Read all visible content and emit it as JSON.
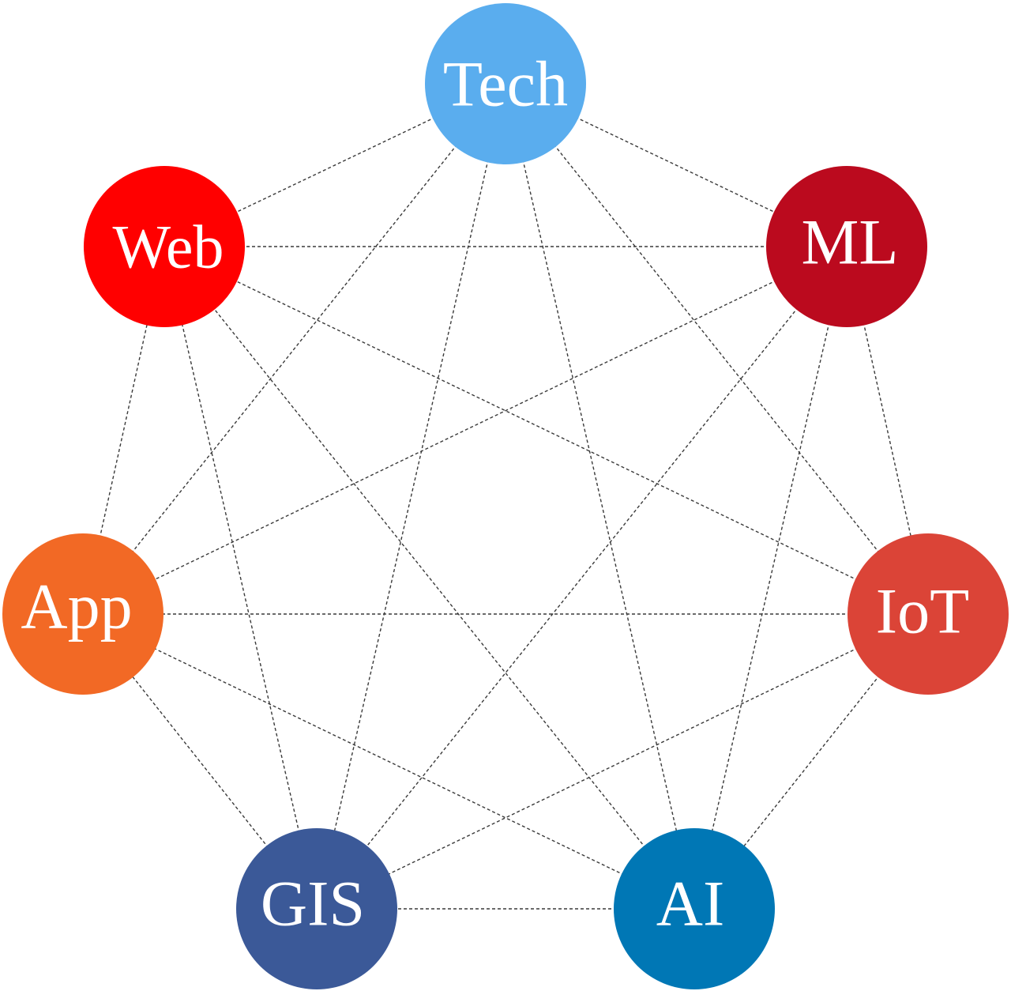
{
  "nodes": [
    {
      "id": "tech",
      "label": "Tech",
      "color": "#5aadee"
    },
    {
      "id": "ml",
      "label": "ML",
      "color": "#bb0a1e"
    },
    {
      "id": "iot",
      "label": "IoT",
      "color": "#db4437"
    },
    {
      "id": "ai",
      "label": "AI",
      "color": "#0077b5"
    },
    {
      "id": "gis",
      "label": "GIS",
      "color": "#3b5998"
    },
    {
      "id": "app",
      "label": "App",
      "color": "#f26925"
    },
    {
      "id": "web",
      "label": "Web",
      "color": "#ff0000"
    }
  ],
  "edges": [
    [
      "tech",
      "ml"
    ],
    [
      "tech",
      "iot"
    ],
    [
      "tech",
      "ai"
    ],
    [
      "tech",
      "gis"
    ],
    [
      "tech",
      "app"
    ],
    [
      "tech",
      "web"
    ],
    [
      "ml",
      "iot"
    ],
    [
      "ml",
      "ai"
    ],
    [
      "ml",
      "gis"
    ],
    [
      "ml",
      "app"
    ],
    [
      "ml",
      "web"
    ],
    [
      "iot",
      "ai"
    ],
    [
      "iot",
      "gis"
    ],
    [
      "iot",
      "app"
    ],
    [
      "iot",
      "web"
    ],
    [
      "ai",
      "gis"
    ],
    [
      "ai",
      "app"
    ],
    [
      "ai",
      "web"
    ],
    [
      "gis",
      "app"
    ],
    [
      "gis",
      "web"
    ],
    [
      "app",
      "web"
    ]
  ]
}
